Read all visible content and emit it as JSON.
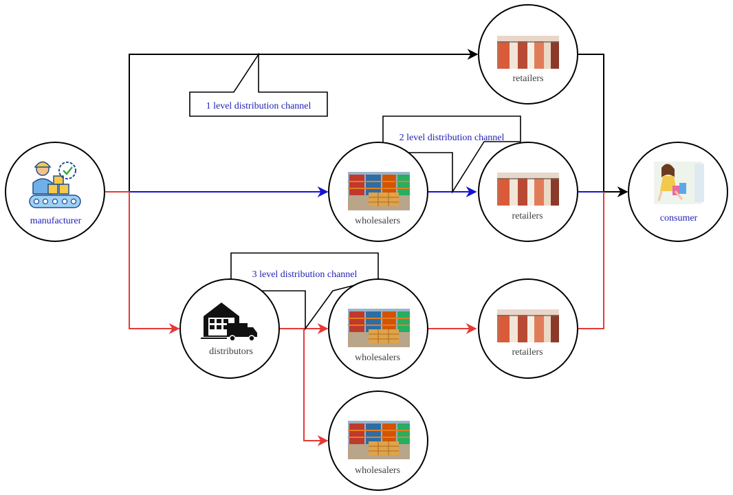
{
  "colors": {
    "black_path": "#000000",
    "blue_path": "#1414d6",
    "red_path": "#e53935",
    "blue_label": "#1f1fb4",
    "gray_label": "#404040"
  },
  "nodes": {
    "manufacturer": {
      "label": "manufacturer",
      "icon": "factory-worker-conveyor-icon"
    },
    "retailers_top": {
      "label": "retailers",
      "icon": "clothing-rack-photo"
    },
    "wholesalers_mid": {
      "label": "wholesalers",
      "icon": "warehouse-shelves-photo"
    },
    "retailers_mid": {
      "label": "retailers",
      "icon": "clothing-rack-photo"
    },
    "consumer": {
      "label": "consumer",
      "icon": "shopper-woman-photo"
    },
    "distributors": {
      "label": "distributors",
      "icon": "warehouse-truck-icon"
    },
    "wholesalers_low": {
      "label": "wholesalers",
      "icon": "warehouse-shelves-photo"
    },
    "retailers_low": {
      "label": "retailers",
      "icon": "clothing-rack-photo"
    },
    "wholesalers_bottom": {
      "label": "wholesalers",
      "icon": "warehouse-shelves-photo"
    }
  },
  "callouts": {
    "level1": "1 level distribution channel",
    "level2": "2 level distribution channel",
    "level3": "3 level distribution channel"
  }
}
